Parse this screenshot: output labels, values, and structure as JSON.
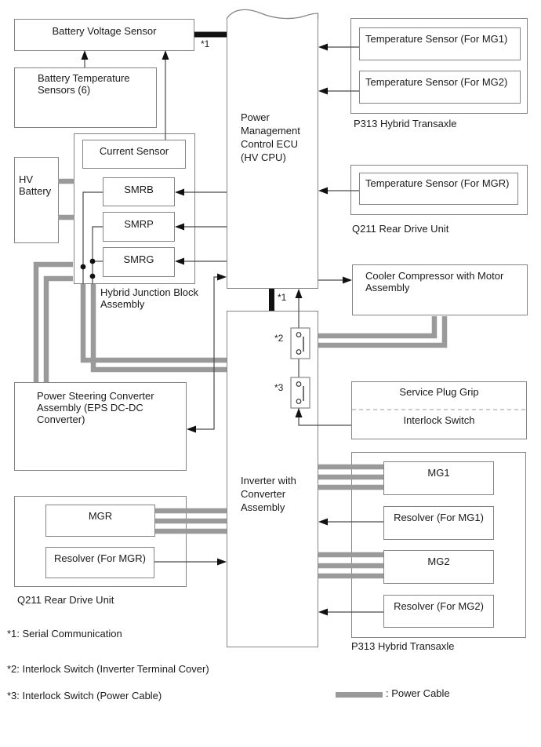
{
  "labels": {
    "battery_voltage_sensor": "Battery Voltage Sensor",
    "battery_temperature_sensors": "Battery Temperature Sensors (6)",
    "hv_battery": "HV Battery",
    "current_sensor": "Current Sensor",
    "smrb": "SMRB",
    "smrp": "SMRP",
    "smrg": "SMRG",
    "hybrid_junction_block": "Hybrid Junction Block Assembly",
    "power_management_ecu": "Power Management Control ECU (HV CPU)",
    "temp_sensor_mg1": "Temperature Sensor (For MG1)",
    "temp_sensor_mg2": "Temperature Sensor (For MG2)",
    "p313_hybrid_transaxle_top": "P313 Hybrid Transaxle",
    "temp_sensor_mgr": "Temperature Sensor (For MGR)",
    "q211_rear_drive_unit_top": "Q211 Rear Drive Unit",
    "cooler_compressor": "Cooler Compressor with Motor Assembly",
    "service_plug_grip": "Service Plug Grip",
    "interlock_switch": "Interlock Switch",
    "inverter": "Inverter with Converter Assembly",
    "mg1": "MG1",
    "resolver_mg1": "Resolver (For MG1)",
    "mg2": "MG2",
    "resolver_mg2": "Resolver (For MG2)",
    "p313_hybrid_transaxle_bottom": "P313 Hybrid Transaxle",
    "mgr": "MGR",
    "resolver_mgr": "Resolver (For MGR)",
    "q211_rear_drive_unit_bottom": "Q211 Rear Drive Unit",
    "power_steering_converter": "Power Steering Converter Assembly (EPS DC-DC Converter)"
  },
  "markers": {
    "serial_top": "*1",
    "serial_bottom": "*1",
    "interlock_cover": "*2",
    "interlock_cable": "*3"
  },
  "footnotes": [
    "*1: Serial Communication",
    "*2: Interlock Switch (Inverter Terminal Cover)",
    "*3: Interlock Switch (Power Cable)"
  ],
  "legend": {
    "power_cable": ": Power Cable"
  },
  "colors": {
    "power_cable": "#9a9a9a",
    "box_border": "#858585",
    "wire": "#4a4a4a",
    "serial_link": "#111111",
    "text": "#1a1a1a",
    "background": "#ffffff"
  }
}
